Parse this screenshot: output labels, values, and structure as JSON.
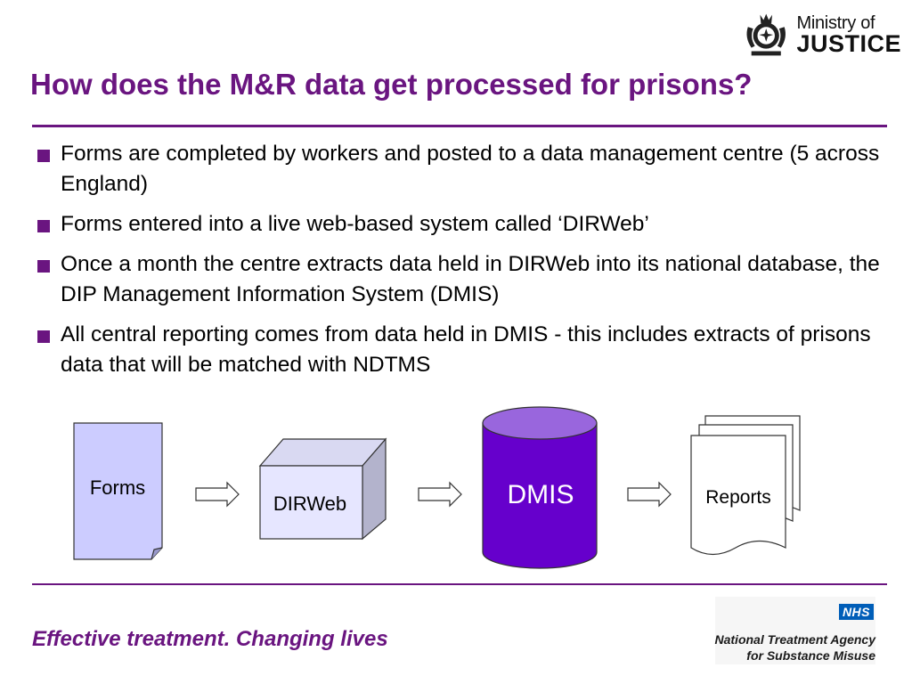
{
  "header": {
    "org_line1": "Ministry of",
    "org_line2": "JUSTICE",
    "title": "How does the M&R data get processed for prisons?"
  },
  "bullets": [
    "Forms are completed by workers and posted to a data management centre (5 across England)",
    "Forms entered into a live web-based system called ‘DIRWeb’",
    "Once a month the centre extracts data held in DIRWeb into its national database, the DIP Management Information System (DMIS)",
    "All central reporting comes from data held in DMIS - this includes extracts of prisons data that will be matched with NDTMS"
  ],
  "diagram": {
    "nodes": {
      "forms": "Forms",
      "dirweb": "DIRWeb",
      "dmis": "DMIS",
      "reports": "Reports"
    },
    "colors": {
      "forms_fill": "#ccccff",
      "dirweb_front": "#e6e6ff",
      "dmis_body": "#6600cc",
      "dmis_top": "#9966dd",
      "accent": "#6a1580"
    }
  },
  "footer": {
    "tagline": "Effective treatment. Changing lives",
    "nhs_badge": "NHS",
    "agency_line1": "National Treatment Agency",
    "agency_line2": "for Substance Misuse"
  }
}
